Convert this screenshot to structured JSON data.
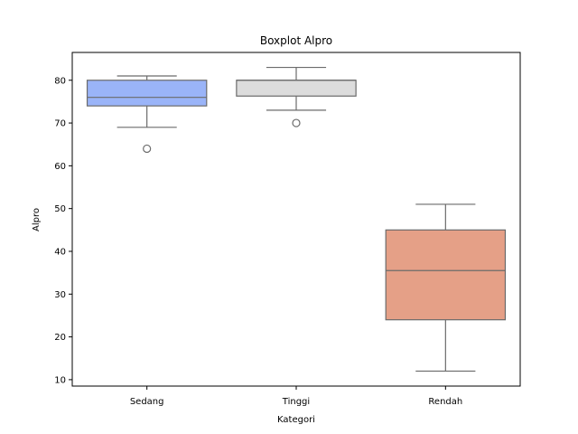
{
  "chart_data": {
    "type": "box",
    "title": "Boxplot Alpro",
    "xlabel": "Kategori",
    "ylabel": "Alpro",
    "ylim": [
      8.5,
      86.5
    ],
    "yticks": [
      10,
      20,
      30,
      40,
      50,
      60,
      70,
      80
    ],
    "grid": false,
    "categories": [
      "Sedang",
      "Tinggi",
      "Rendah"
    ],
    "boxes": [
      {
        "category": "Sedang",
        "whisker_low": 69,
        "q1": 74,
        "median": 76,
        "q3": 80,
        "whisker_high": 81,
        "outliers": [
          64
        ],
        "color": "#9ab4f8"
      },
      {
        "category": "Tinggi",
        "whisker_low": 73,
        "q1": 76.3,
        "median": 80,
        "q3": 80,
        "whisker_high": 83,
        "outliers": [
          70
        ],
        "color": "#dcdcdc"
      },
      {
        "category": "Rendah",
        "whisker_low": 12,
        "q1": 24,
        "median": 35.5,
        "q3": 45,
        "whisker_high": 51,
        "outliers": [],
        "color": "#e5a087"
      }
    ]
  }
}
